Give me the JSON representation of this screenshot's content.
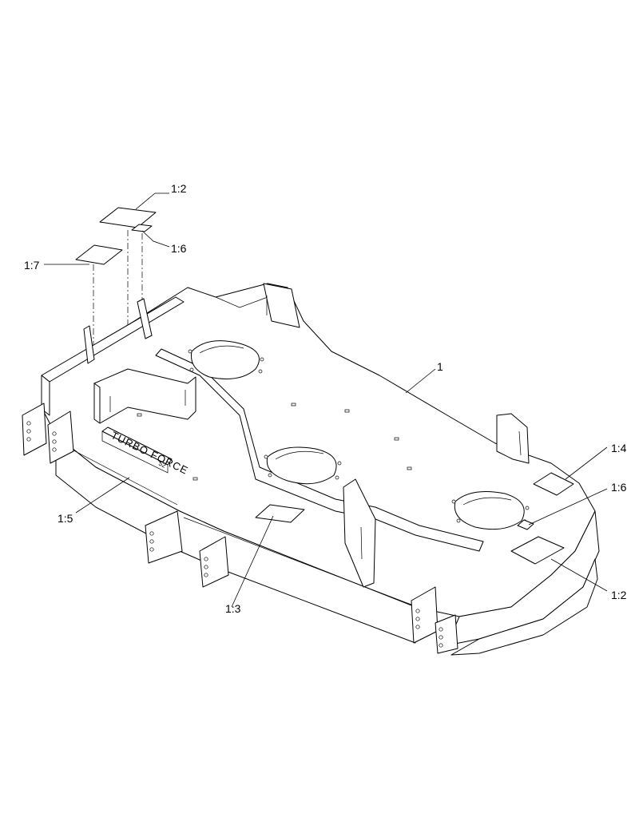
{
  "diagram": {
    "callouts": [
      {
        "id": "c-1-2-top",
        "label": "1:2"
      },
      {
        "id": "c-1-6-top",
        "label": "1:6"
      },
      {
        "id": "c-1-7",
        "label": "1:7"
      },
      {
        "id": "c-1",
        "label": "1"
      },
      {
        "id": "c-1-4",
        "label": "1:4"
      },
      {
        "id": "c-1-6-right",
        "label": "1:6"
      },
      {
        "id": "c-1-5",
        "label": "1:5"
      },
      {
        "id": "c-1-2-right",
        "label": "1:2"
      },
      {
        "id": "c-1-3",
        "label": "1:3"
      }
    ],
    "brand_decal": {
      "line1": "TURBO FORCE",
      "line2": "52"
    }
  }
}
